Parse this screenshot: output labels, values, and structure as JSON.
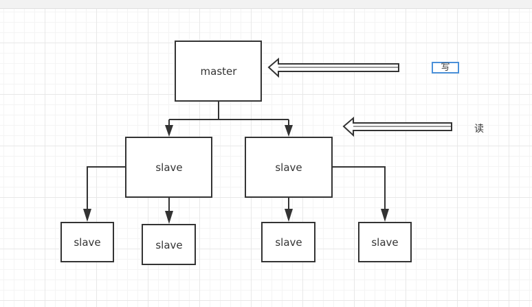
{
  "nodes": {
    "master": "master",
    "slave_left": "slave",
    "slave_right": "slave",
    "slave_ll": "slave",
    "slave_lr": "slave",
    "slave_rl": "slave",
    "slave_rr": "slave"
  },
  "annotations": {
    "write": "写",
    "read": "读"
  },
  "colors": {
    "stroke": "#333333",
    "selection": "#4a90d9",
    "grid": "#e8e8e8"
  }
}
